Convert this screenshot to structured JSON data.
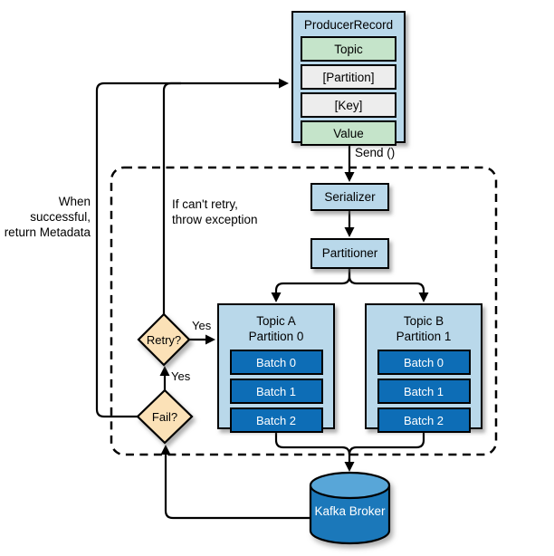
{
  "producer_record": {
    "title": "ProducerRecord",
    "rows": [
      {
        "label": "Topic"
      },
      {
        "label": "[Partition]"
      },
      {
        "label": "[Key]"
      },
      {
        "label": "Value"
      }
    ]
  },
  "send_label": "Send ()",
  "serializer_label": "Serializer",
  "partitioner_label": "Partitioner",
  "topics": [
    {
      "title_line1": "Topic A",
      "title_line2": "Partition 0",
      "batches": [
        "Batch 0",
        "Batch 1",
        "Batch 2"
      ]
    },
    {
      "title_line1": "Topic B",
      "title_line2": "Partition 1",
      "batches": [
        "Batch 0",
        "Batch 1",
        "Batch 2"
      ]
    }
  ],
  "decisions": {
    "retry_label": "Retry?",
    "fail_label": "Fail?",
    "retry_yes": "Yes",
    "fail_yes": "Yes"
  },
  "annotations": {
    "success_line1": "When successful,",
    "success_line2": "return Metadata",
    "cant_retry_line1": "If can't retry,",
    "cant_retry_line2": "throw exception"
  },
  "broker_label": "Kafka Broker",
  "colors": {
    "box_blue": "#b9d8ea",
    "batch_blue": "#0d6db6",
    "row_green": "#c5e4ca",
    "row_gray": "#ededed",
    "diamond_tan": "#fbe1b7",
    "broker_body": "#1b78ba",
    "broker_top": "#58a6d8",
    "line": "#000000"
  }
}
